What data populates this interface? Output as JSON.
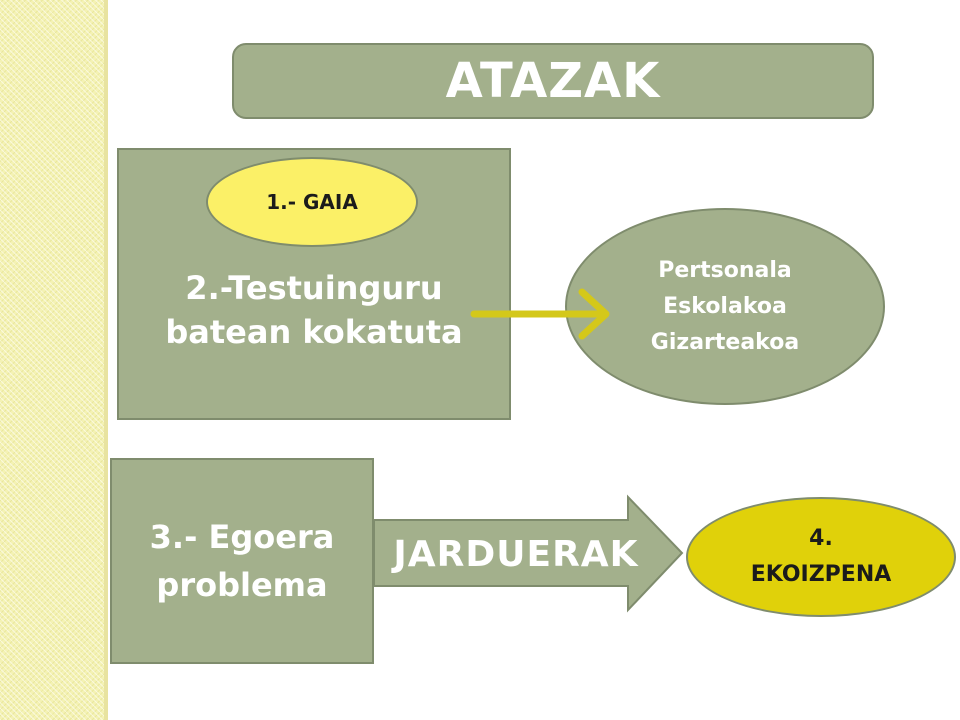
{
  "title": "ATAZAK",
  "topic_label": "1.- GAIA",
  "context_box": {
    "line1": "2.-Testuinguru",
    "line2": "batean kokatuta"
  },
  "context_types": [
    "Pertsonala",
    "Eskolakoa",
    "Gizarteakoa"
  ],
  "problem_box": {
    "line1": "3.- Egoera",
    "line2": "problema"
  },
  "activities_label": "JARDUERAK",
  "product_label": {
    "line1": "4.",
    "line2": "EKOIZPENA"
  },
  "colors": {
    "box_fill": "#a3b08c",
    "box_border": "#7f8c6d",
    "topic_fill": "#fbf067",
    "product_fill": "#e0d10a",
    "connector_arrow": "#d4c81a",
    "strip": "#f4f2b4"
  }
}
